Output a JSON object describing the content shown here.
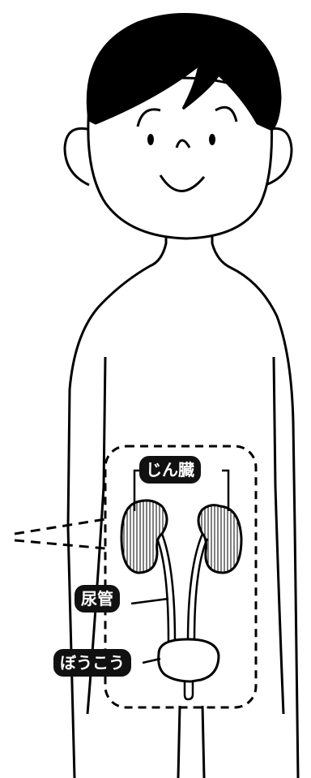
{
  "labels": {
    "kidney": "じん臓",
    "ureter": "尿管",
    "bladder": "ぼうこう"
  },
  "colors": {
    "outline": "#000000",
    "hair": "#000000",
    "label_bg": "#111111",
    "label_text": "#ffffff",
    "background": "#ffffff"
  }
}
